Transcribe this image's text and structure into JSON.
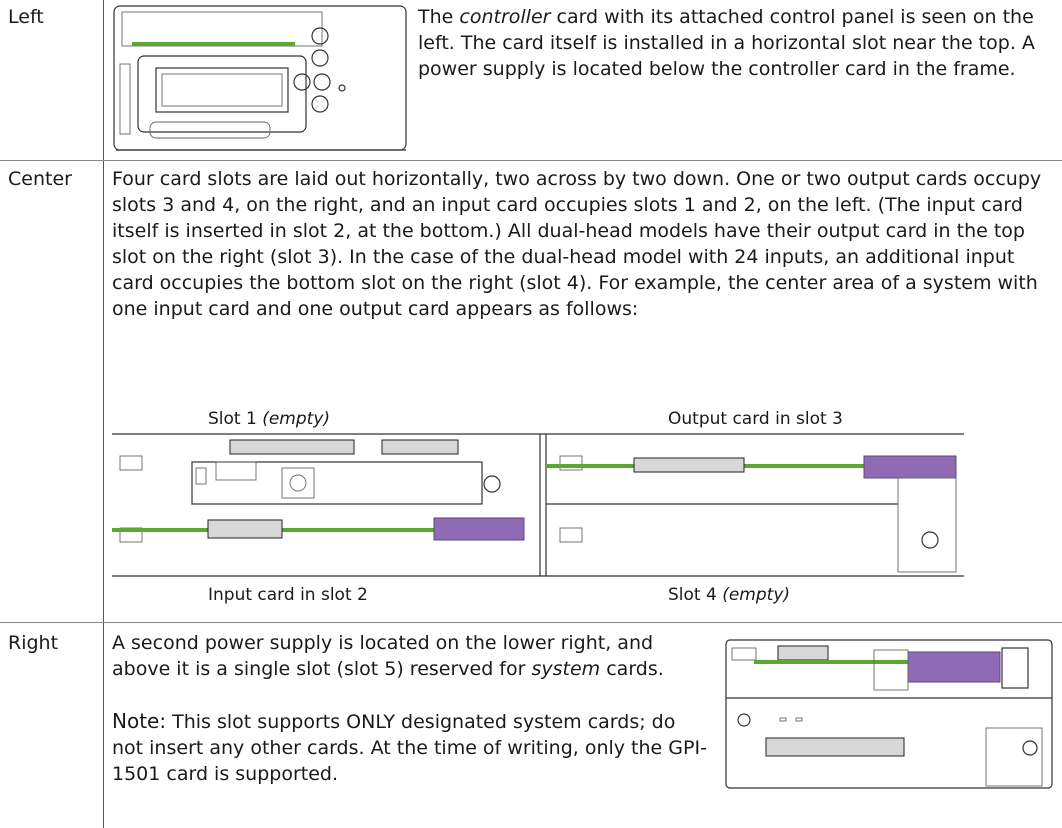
{
  "rows": {
    "left": {
      "label": "Left",
      "text_before": "The ",
      "text_em": "controller",
      "text_after": " card with its attached control panel is seen on the left. The card itself is installed in a horizontal slot near the top. A power supply is located below the controller card in the frame."
    },
    "center": {
      "label": "Center",
      "paragraph": "Four card slots are laid out horizontally, two across by two down. One or two output cards occupy slots 3 and 4, on the right, and an input card occupies slots  1 and 2, on the left. (The input card itself is inserted in slot 2, at the bottom.) All dual-head models have their output card in the top slot on the right (slot 3). In the case of the dual-head model with 24 inputs, an additional input card occupies the bottom slot on the right (slot 4). For example, the center area of a system with one input card and one output card appears as follows:",
      "slot1_text": "Slot 1 ",
      "slot1_em": "(empty)",
      "slot3_label": "Output card in slot 3",
      "slot2_label": "Input card in slot 2",
      "slot4_text": "Slot 4 ",
      "slot4_em": "(empty)"
    },
    "right": {
      "label": "Right",
      "text_before": "A second power supply is located on the lower right, and above it is a single slot (slot 5) reserved for ",
      "text_em": "system",
      "text_after": " cards.",
      "note_label": "Note:",
      "note_text": "  This slot supports ONLY designated system cards; do not insert any other cards. At the time of writing, only the GPI-1501 card is supported."
    }
  },
  "colors": {
    "card_rail": "#5aa832",
    "card_handle": "#8e6bb4"
  }
}
